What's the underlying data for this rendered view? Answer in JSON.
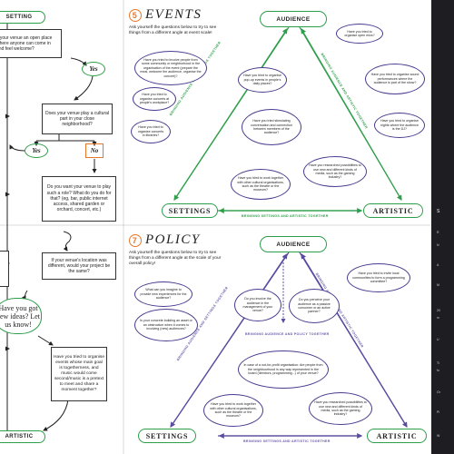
{
  "left_panel": {
    "setting_label": "SETTING",
    "q1": "s your venue an open place where anyone can come in and feel welcome?",
    "yes1": "Yes",
    "q2": "Does your venue play a cultural part in your close neighborhood?",
    "yes2": "Yes",
    "no2": "No",
    "q3": "Do you want your venue to play such a role? What do you do for that? (eg, bar, public internet access, shared garden or orchard, concert, etc.)",
    "q4": "If your venue's location was different, would your project be the same?",
    "cloud": "Have you got new ideas? Let us know!",
    "q5": "Have you tried to organise events whose main goal is togetherness, and music would come second/music is a pretext to meet and share a moment together?",
    "artistic_label": "ARTISTIC"
  },
  "events": {
    "number": "5",
    "title": "EVENTS",
    "intro": "Ask yourself the questions below to try to see things from a different angle at event scale!",
    "audience": "AUDIENCE",
    "settings": "SETTINGS",
    "artistic": "ARTISTIC",
    "edge_left": "BRINGING AUDIENCE AND SETTINGS TOGETHER",
    "edge_right": "BRINGING AUDIENCE AND ARTISTIC TOGETHER",
    "edge_bottom": "BRINGING SETTINGS AND ARTISTIC TOGETHER",
    "bubbles": [
      "Have you tried to involve people from some community or neighborhood in the organisation of the event (prepare the meal, welcome the audience, organise the concert)?",
      "Have you tried to organise pop-up events in people's daily places?",
      "Have you tried to organise concerts at people's workplace?",
      "Have you tried to organise concerts in libraries?",
      "Have you tried stimulating conversation and connection between members of the audience?",
      "Have you tried to organise open mics?",
      "Have you tried to organise sound performances where the audience is part of the show?",
      "Have you tried to organise nights where the audience is the DJ?",
      "Have you researched possibilities to use new and different kinds of media, such as the gaming industry?",
      "Have you tried to work together with other cultural organisations, such as the theatre or the museum?"
    ]
  },
  "policy": {
    "number": "7",
    "title": "POLICY",
    "intro": "Ask yourself the questions below to try to see things from a different angle at the scale of your overall policy!",
    "audience": "AUDIENCE",
    "settings": "SETTINGS",
    "artistic": "ARTISTIC",
    "edge_left": "BRINGING AUDIENCE AND SETTINGS TOGETHER",
    "edge_right": "BRINGING AUDIENCE AND ARTISTIC TOGETHER",
    "edge_middle": "BRINGING AUDIENCE AND POLICY TOGETHER",
    "edge_bottom": "BRINGING SETTINGS AND ARTISTIC TOGETHER",
    "bubbles": [
      "What can you imagine to provide new experiences for the audience?",
      "Is your concrete building an asset or an obstruction when it comes to involving (new) audiences?",
      "Do you involve the audience in the management of your venue?",
      "Do you perceive your audience as a passive consumer or an active partner?",
      "Have you tried to invite local communities to form a programming committee?",
      "In case of a not-for-profit organisation: Are people from the neighbourhood in any way represented in the board (directors, programming...) of your venue?",
      "Have you tried to work together with other cultural organisations, such as the theatre or the museum?",
      "Have you researched possibilities to use new and different kinds of media, such as the gaming industry?"
    ]
  },
  "right_panel": {
    "lines": [
      "S",
      "R",
      "N",
      "A",
      "M",
      "20",
      "m",
      "U",
      "Ti",
      "fo",
      "Gr",
      "Pi",
      "W"
    ]
  }
}
